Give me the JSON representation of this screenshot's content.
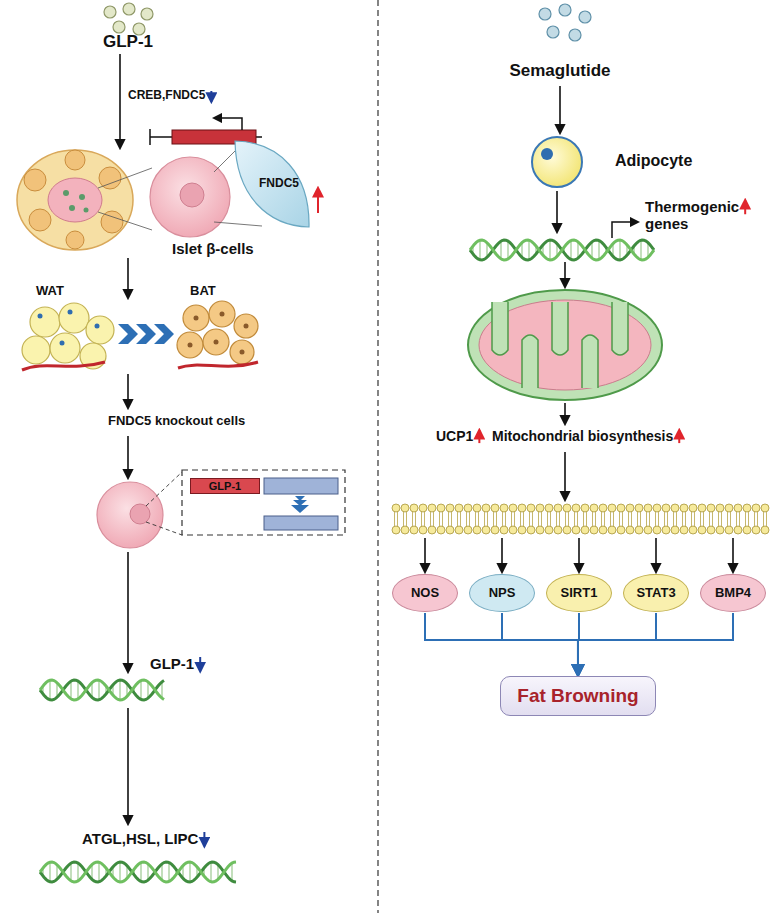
{
  "diagram": {
    "nodes": [
      {
        "text": [
          "FNDC5"
        ]
      },
      {
        "text": [
          "GLP-1"
        ]
      },
      {
        "text": [
          "NOS"
        ]
      },
      {
        "text": [
          "NPS"
        ]
      },
      {
        "text": [
          "SIRT1"
        ]
      },
      {
        "text": [
          "STAT3"
        ]
      },
      {
        "text": [
          "BMP4"
        ]
      },
      {
        "text": [
          "Fat Browning"
        ]
      }
    ],
    "edges": [
      {
        "from": 2,
        "to": 7,
        "arrow": "to"
      },
      {
        "from": 3,
        "to": 7,
        "arrow": "to"
      },
      {
        "from": 4,
        "to": 7,
        "arrow": "to"
      },
      {
        "from": 5,
        "to": 7,
        "arrow": "to"
      },
      {
        "from": 6,
        "to": 7,
        "arrow": "to"
      }
    ],
    "labels": [
      "GLP-1",
      "CREB,FNDC5",
      "Islet β-cells",
      "WAT",
      "BAT",
      "FNDC5 knockout cells",
      "GLP-1",
      "ATGL,HSL, LIPC",
      "Semaglutide",
      "Adipocyte",
      "Thermogenic genes",
      "UCP1",
      "Mitochondrial biosynthesis"
    ]
  }
}
